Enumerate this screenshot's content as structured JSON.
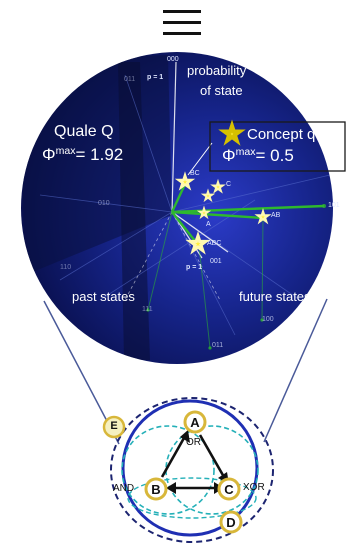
{
  "quale": {
    "title": "Quale Q",
    "phi_symbol": "Φ",
    "phi_sup": "max",
    "phi_value": "= 1.92"
  },
  "concept": {
    "title": "Concept q",
    "phi_symbol": "Φ",
    "phi_sup": "max",
    "phi_value": "= 0.5"
  },
  "axis_labels": {
    "probability": "probability",
    "of_state": "of state",
    "past": "past states",
    "future": "future states"
  },
  "small_labels": {
    "p_top": "p = 1",
    "p_bottom": "p = 1",
    "s000": "000",
    "s001": "001",
    "s101": "101",
    "s100": "100",
    "s011": "011",
    "s010": "010",
    "s110": "110",
    "s111": "111",
    "s011b": "011",
    "bc": "BC",
    "c": "C",
    "a": "A",
    "ab": "AB",
    "abc": "ABC"
  },
  "network": {
    "node_a": "A",
    "node_b": "B",
    "node_c": "C",
    "node_d": "D",
    "node_e": "E",
    "gate_or": "OR",
    "gate_and": "AND",
    "gate_xor": "XOR"
  },
  "colors": {
    "sphere_deep": "#050a3c",
    "sphere_mid": "#16248a",
    "star": "#ffee3a",
    "green_line": "#2eb82e",
    "node_fill": "#ffffff",
    "node_ring": "#d8b73a",
    "circle_blue": "#1f2fb3",
    "dashed_navy": "#1c2470",
    "dashed_teal": "#24b0b8",
    "connector": "#4a5a99"
  }
}
